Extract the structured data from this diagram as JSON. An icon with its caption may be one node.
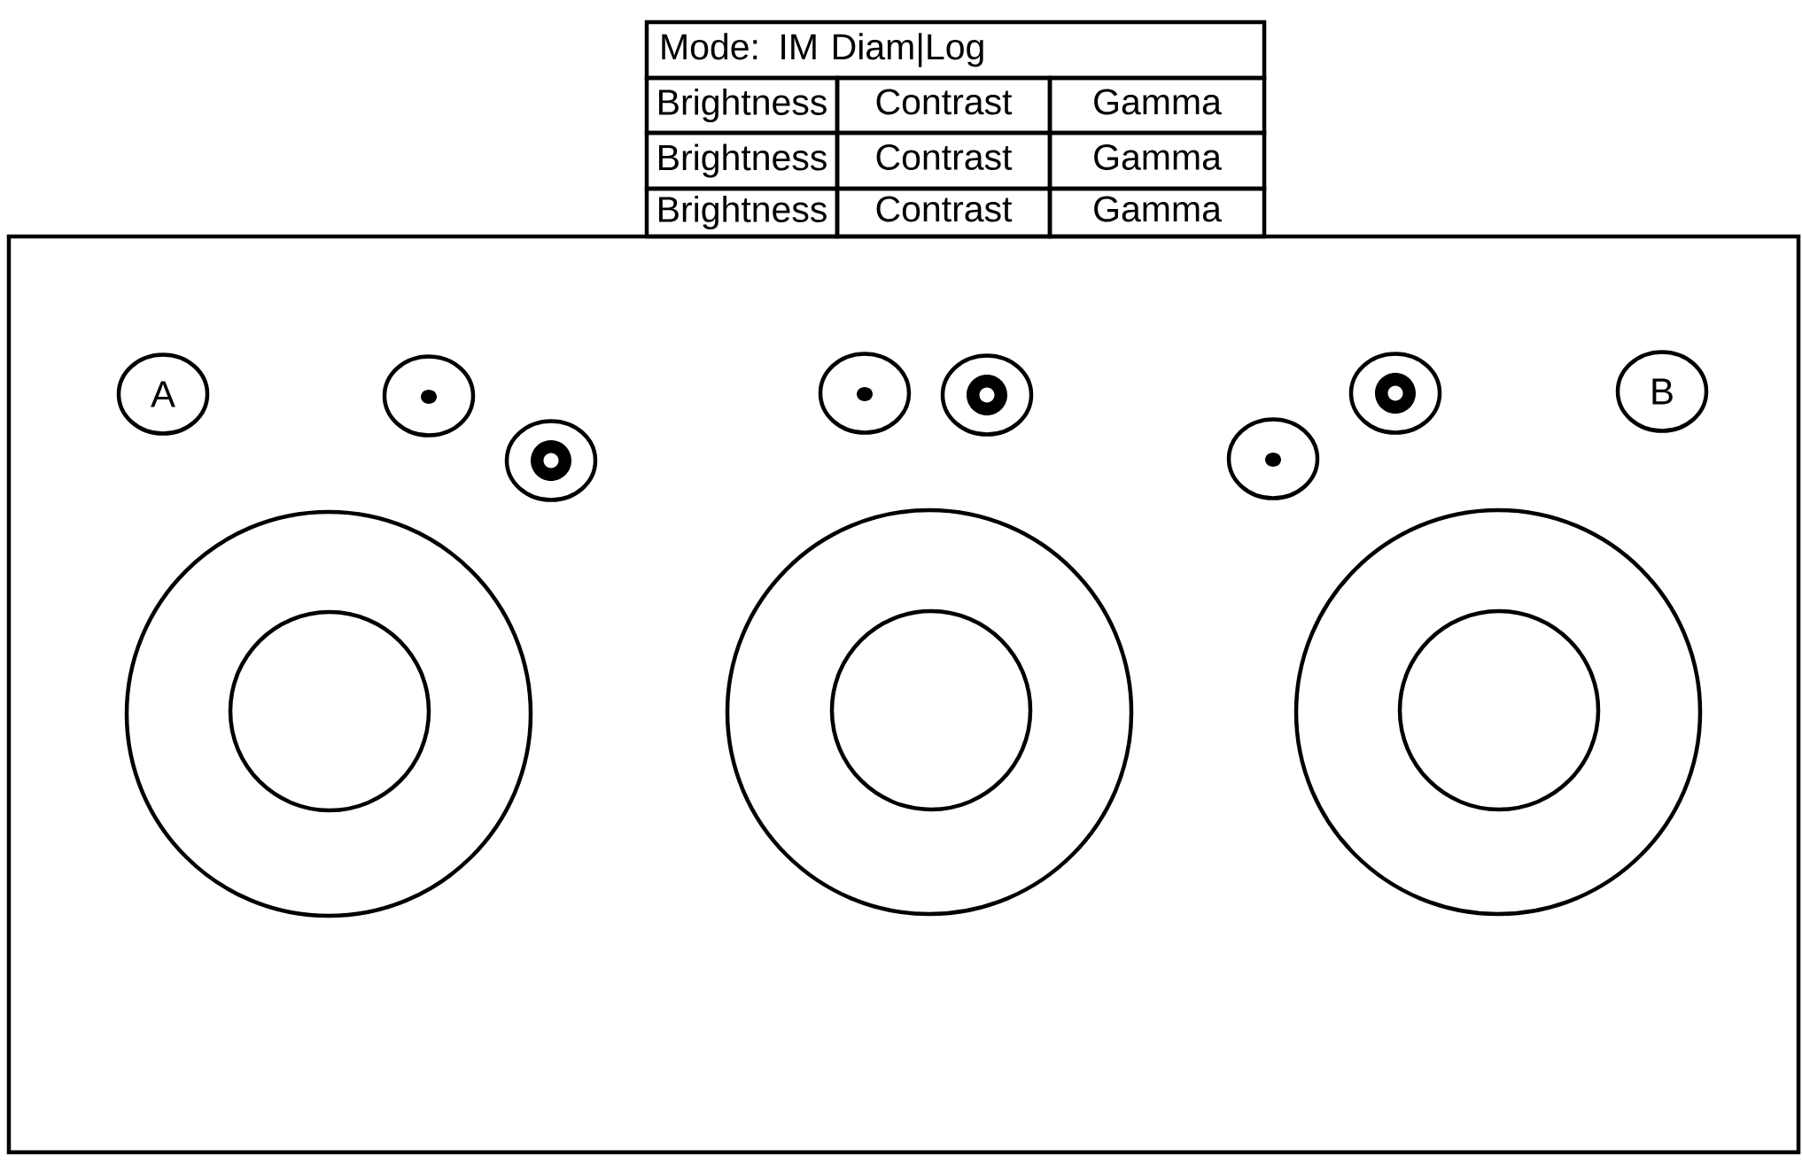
{
  "diagram": {
    "nodes": [
      {
        "text": [],
        "shape": "box"
      },
      {
        "text": [
          "A"
        ],
        "in": 0
      },
      {
        "text": [],
        "shape": "circle",
        "in": 0
      },
      {
        "text": [],
        "shape": "circle",
        "in": 0
      },
      {
        "text": [],
        "shape": "circle",
        "in": 0
      },
      {
        "text": [],
        "shape": "circle",
        "in": 0
      },
      {
        "text": [],
        "shape": "circle",
        "in": 0
      },
      {
        "text": [],
        "shape": "circle",
        "in": 0
      },
      {
        "text": [
          "B"
        ],
        "in": 0
      },
      {
        "text": [],
        "shape": "circle",
        "in": 0
      },
      {
        "text": [],
        "shape": "circle",
        "in": 9
      },
      {
        "text": [],
        "shape": "circle",
        "in": 0
      },
      {
        "text": [],
        "shape": "circle",
        "in": 11
      },
      {
        "text": [],
        "shape": "circle",
        "in": 0
      },
      {
        "text": [],
        "shape": "circle",
        "in": 13
      }
    ],
    "labels": [
      "Mode: IM Diam|Log",
      "Brightness",
      "Contrast",
      "Gamma",
      "Brightness",
      "Contrast",
      "Gamma",
      "Brightness",
      "Contrast",
      "Gamma"
    ]
  }
}
